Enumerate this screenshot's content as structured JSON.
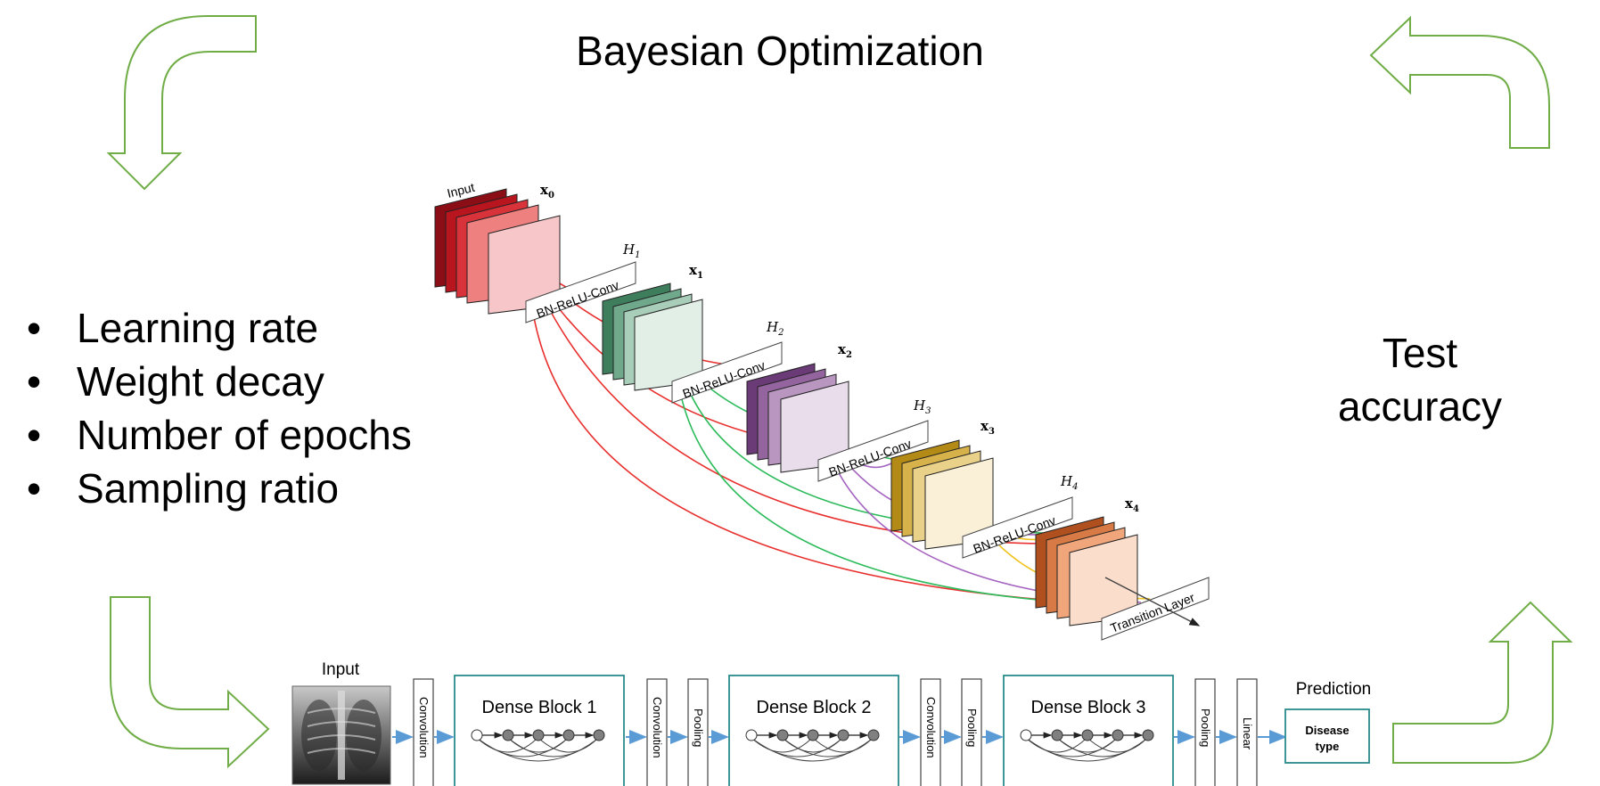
{
  "title": "Bayesian Optimization",
  "hyperparameters": [
    "Learning rate",
    "Weight decay",
    "Number of epochs",
    "Sampling ratio"
  ],
  "bullet_char": "•",
  "result": {
    "line1": "Test",
    "line2": "accuracy"
  },
  "densenet_figure": {
    "input_label": "Input",
    "layers": [
      {
        "h_label": "H",
        "h_sub": "1",
        "x_label": "x",
        "x_sub": "1",
        "conv_label": "BN-ReLU-Conv"
      },
      {
        "h_label": "H",
        "h_sub": "2",
        "x_label": "x",
        "x_sub": "2",
        "conv_label": "BN-ReLU-Conv"
      },
      {
        "h_label": "H",
        "h_sub": "3",
        "x_label": "x",
        "x_sub": "3",
        "conv_label": "BN-ReLU-Conv"
      },
      {
        "h_label": "H",
        "h_sub": "4",
        "x_label": "x",
        "x_sub": "4",
        "conv_label": "BN-ReLU-Conv"
      }
    ],
    "x0_label": "x",
    "x0_sub": "0",
    "transition_label": "Transition Layer",
    "colors": {
      "input": [
        "#8b0e16",
        "#b8151f",
        "#d8323a",
        "#ee8080",
        "#f7c6c8"
      ],
      "x1": [
        "#3f7e5c",
        "#6fa88a",
        "#a8cdb8",
        "#cfe3d8",
        "#e2efe7"
      ],
      "x2": [
        "#6b3b77",
        "#94649e",
        "#b996c0",
        "#d6bfdb",
        "#e9ddec"
      ],
      "x3": [
        "#b38a16",
        "#d7b24a",
        "#ead18a",
        "#f4e3b6",
        "#faf0d8"
      ],
      "x4": [
        "#b0501e",
        "#d87a45",
        "#f0a57b",
        "#f7c8ab",
        "#fbddcc"
      ],
      "links": {
        "red": "#e8312f",
        "green": "#2dbb5b",
        "purple": "#a564c0",
        "yellow": "#f0c21b"
      }
    }
  },
  "pipeline": {
    "input_label": "Input",
    "stages": [
      "Convolution",
      "Dense Block 1",
      "Convolution",
      "Pooling",
      "Dense Block 2",
      "Convolution",
      "Pooling",
      "Dense Block 3",
      "Pooling",
      "Linear"
    ],
    "prediction_label": "Prediction",
    "output_box": "Disease type",
    "colors": {
      "block_border": "#2a8a8c",
      "arrow": "#5b9bd5",
      "node_fill": "#808080"
    }
  },
  "arrow_color": "#70ad47"
}
